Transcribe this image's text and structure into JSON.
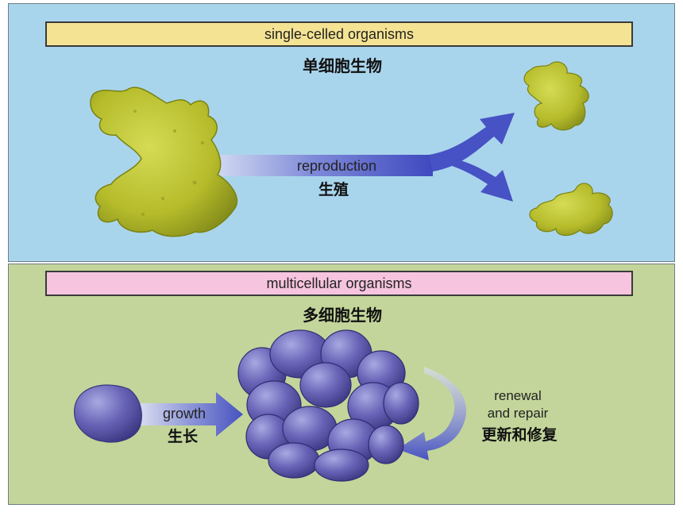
{
  "single_celled": {
    "banner": "single-celled organisms",
    "title_zh": "单细胞生物",
    "process_en": "reproduction",
    "process_zh": "生殖"
  },
  "multicellular": {
    "banner": "multicellular organisms",
    "title_zh": "多细胞生物",
    "growth_en": "growth",
    "growth_zh": "生长",
    "renewal_en_1": "renewal",
    "renewal_en_2": "and repair",
    "renewal_zh": "更新和修复"
  },
  "colors": {
    "top_background": "#a9d5ec",
    "bottom_background": "#c3d59a",
    "top_banner": "#f4e393",
    "bottom_banner": "#f6c4de",
    "single_cell": "#b8be2c",
    "multicell": "#5e5aa8",
    "arrow": "#4c58c4"
  }
}
